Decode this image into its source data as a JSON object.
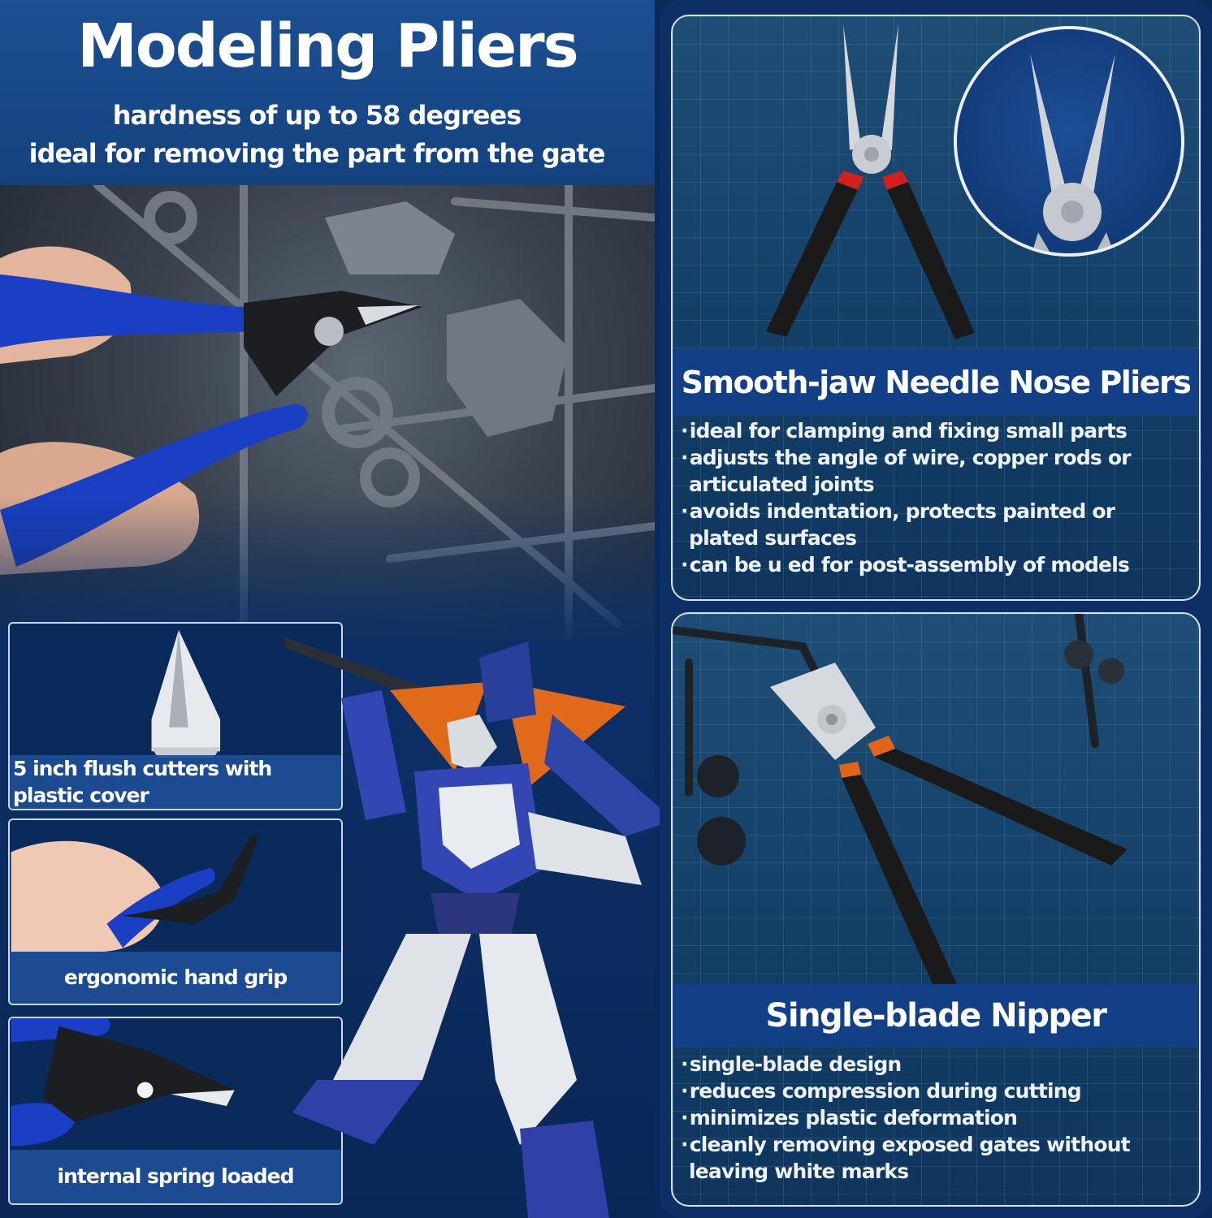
{
  "left": {
    "title": "Modeling Pliers",
    "subtitle_line1": "hardness of up to 58 degrees",
    "subtitle_line2": "ideal for removing the part from the gate",
    "features": [
      {
        "label": "5 inch flush cutters with plastic cover"
      },
      {
        "label": "ergonomic hand grip"
      },
      {
        "label": "internal spring loaded"
      }
    ]
  },
  "right": {
    "needle_nose": {
      "heading": "Smooth-jaw Needle Nose Pliers",
      "bullets": [
        "ideal for clamping and fixing small parts",
        "adjusts the angle of wire, copper rods or articulated joints",
        "avoids indentation, protects painted or plated surfaces",
        "can be u  ed for post-assembly of models"
      ]
    },
    "nipper": {
      "heading": "Single-blade Nipper",
      "bullets": [
        "single-blade design",
        "reduces compression during cutting",
        "minimizes plastic deformation",
        "cleanly removing exposed gates without leaving white marks"
      ]
    }
  },
  "colors": {
    "navy": "#0d2f66",
    "banner_blue": "#123f86",
    "grip_blue": "#1a3fc4",
    "black_grip": "#1a1a1a",
    "red_ring": "#d2201f",
    "orange_ring": "#e0641c"
  },
  "icons": [
    "needle-nose-pliers-icon",
    "flush-cutter-icon",
    "nipper-icon",
    "robot-figure-icon"
  ]
}
